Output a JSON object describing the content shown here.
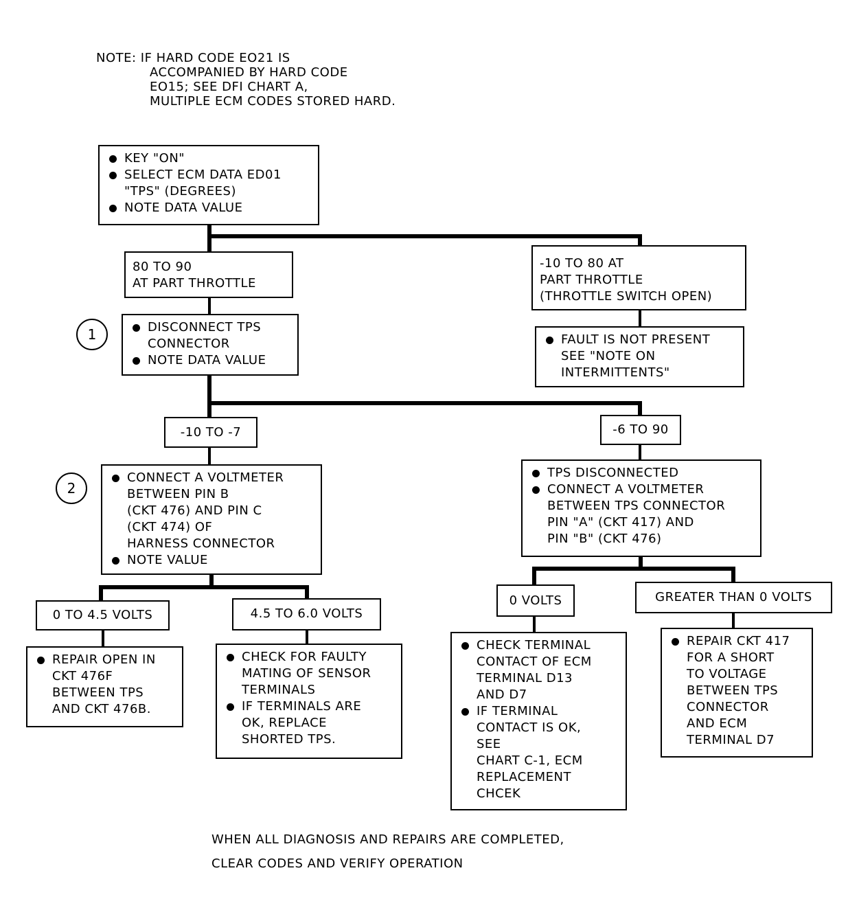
{
  "note": {
    "line1": "NOTE: IF HARD CODE EO21 IS",
    "line2": "ACCOMPANIED BY HARD CODE",
    "line3": "EO15; SEE DFI CHART A,",
    "line4": "MULTIPLE ECM CODES STORED HARD."
  },
  "steps": {
    "step1": "1",
    "step2": "2"
  },
  "boxes": {
    "start": {
      "items": [
        "KEY \"ON\"",
        "SELECT ECM DATA ED01",
        "\"TPS\" (DEGREES)",
        "NOTE DATA VALUE"
      ]
    },
    "part_throttle_80_90": {
      "lines": [
        "80 TO 90",
        "AT PART THROTTLE"
      ]
    },
    "part_throttle_neg10_80": {
      "lines": [
        "-10 TO 80 AT",
        "PART THROTTLE",
        "(THROTTLE SWITCH OPEN)"
      ]
    },
    "disconnect_tps": {
      "items": [
        "DISCONNECT TPS",
        "CONNECTOR",
        "NOTE DATA VALUE"
      ]
    },
    "fault_not_present": {
      "items": [
        "FAULT IS NOT PRESENT",
        "SEE \"NOTE ON",
        "INTERMITTENTS\""
      ]
    },
    "range_neg10_neg7": {
      "text": "-10 TO -7"
    },
    "range_neg6_90": {
      "text": "-6 TO 90"
    },
    "voltmeter_pin_b_c": {
      "items": [
        "CONNECT A VOLTMETER",
        "BETWEEN PIN B",
        "(CKT 476) AND PIN C",
        "(CKT 474) OF",
        "HARNESS CONNECTOR",
        "NOTE VALUE"
      ]
    },
    "voltmeter_tps_connector": {
      "items": [
        "TPS DISCONNECTED",
        "CONNECT A VOLTMETER",
        "BETWEEN TPS CONNECTOR",
        "PIN \"A\" (CKT 417) AND",
        "PIN \"B\" (CKT 476)"
      ]
    },
    "volts_0_4_5": {
      "text": "0 TO 4.5 VOLTS"
    },
    "volts_4_5_6_0": {
      "text": "4.5 TO 6.0 VOLTS"
    },
    "volts_0": {
      "text": "0 VOLTS"
    },
    "volts_greater_0": {
      "text": "GREATER THAN 0 VOLTS"
    },
    "repair_open": {
      "items": [
        "REPAIR OPEN IN",
        "CKT 476F",
        "BETWEEN TPS",
        "AND CKT 476B."
      ]
    },
    "check_faulty_mating": {
      "items": [
        "CHECK FOR FAULTY",
        "MATING OF SENSOR",
        "TERMINALS",
        "IF TERMINALS ARE",
        "OK, REPLACE",
        "SHORTED TPS."
      ]
    },
    "check_terminal_contact": {
      "items": [
        "CHECK TERMINAL",
        "CONTACT OF ECM",
        "TERMINAL D13",
        "AND D7",
        "IF TERMINAL",
        "CONTACT IS OK,",
        "SEE",
        "CHART C-1, ECM",
        "REPLACEMENT",
        "CHCEK"
      ]
    },
    "repair_ckt_417": {
      "items": [
        "REPAIR CKT 417",
        "FOR A SHORT",
        "TO VOLTAGE",
        "BETWEEN TPS",
        "CONNECTOR",
        "AND ECM",
        "TERMINAL D7"
      ]
    }
  },
  "footer": {
    "line1": "WHEN ALL DIAGNOSIS AND REPAIRS ARE COMPLETED,",
    "line2": "CLEAR CODES AND VERIFY OPERATION"
  }
}
